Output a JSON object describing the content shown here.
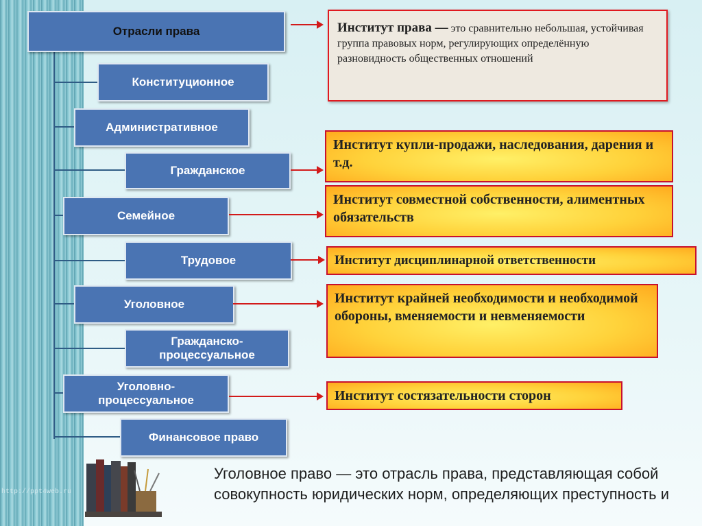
{
  "header": {
    "title": "Отрасли права"
  },
  "branches": [
    "Конституционное",
    "Административное",
    "Гражданское",
    "Семейное",
    "Трудовое",
    "Уголовное",
    "Гражданско-\nпроцессуальное",
    "Уголовно-\nпроцессуальное",
    "Финансовое право"
  ],
  "definition": {
    "term": "Институт права —",
    "text": " это сравнительно небольшая, устойчивая группа правовых норм, регулирующих определённую разновидность общественных отношений"
  },
  "institutes": [
    "Институт купли-продажи, наследования, дарения и т.д.",
    "Институт совместной собственности, алиментных обязательств",
    "Институт дисциплинарной ответственности",
    "Институт крайней необходимости и необходимой обороны, вменяемости и невменяемости",
    "Институт состязательности сторон"
  ],
  "bottom_note": "Уголовное право — это отрасль права, представляющая собой совокупность юридических норм, определяющих преступность и",
  "watermark": "http://ppt4web.ru",
  "colors": {
    "box": "#4a74b3",
    "arrow": "#d21a1a",
    "callout_border": "#c8102e"
  }
}
